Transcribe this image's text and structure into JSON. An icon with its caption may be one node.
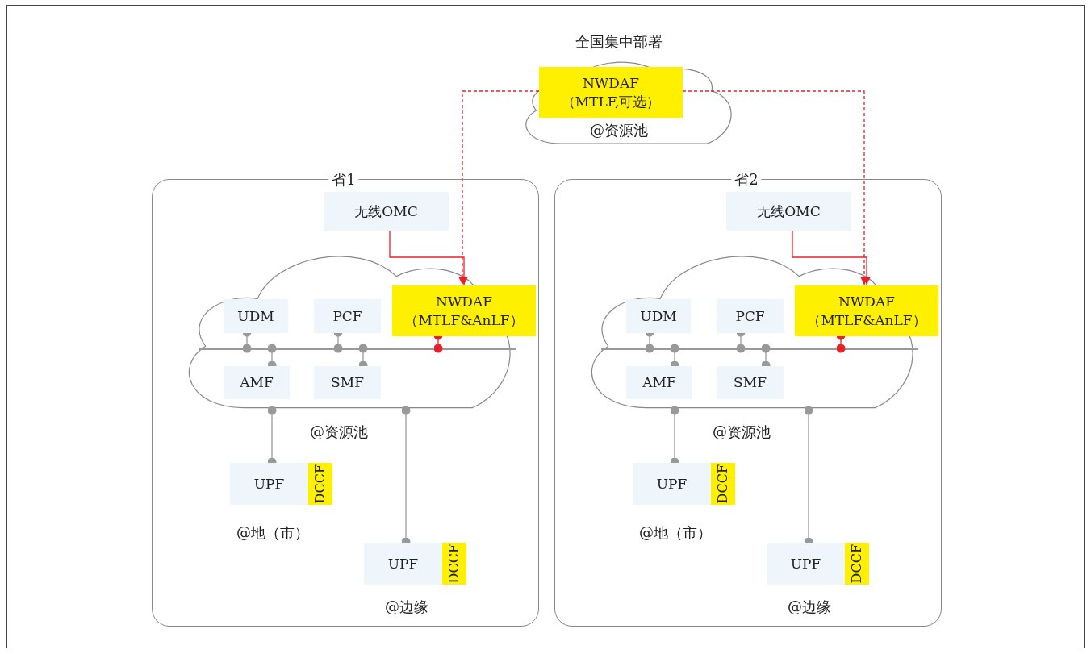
{
  "diagram": {
    "nodes": [
      {
        "text": [
          "全国集中部署",
          "@资源池"
        ]
      },
      {
        "text": [
          "NWDAF （MTLF,可选）"
        ],
        "in": 0
      },
      {
        "text": [
          "省1"
        ]
      },
      {
        "text": [
          "无线OMC"
        ],
        "in": 2
      },
      {
        "text": [
          "@资源池"
        ],
        "in": 2
      },
      {
        "text": [],
        "shape": "bar",
        "in": 4
      },
      {
        "text": [
          "UDM"
        ],
        "in": 4
      },
      {
        "text": [
          "PCF"
        ],
        "in": 4
      },
      {
        "text": [
          "NWDAF （MTLF&AnLF）"
        ],
        "in": 4
      },
      {
        "text": [
          "AMF"
        ],
        "in": 4
      },
      {
        "text": [
          "SMF"
        ],
        "in": 4
      },
      {
        "text": [
          "UPF"
        ],
        "beside": [
          "@地（市）"
        ],
        "in": 2
      },
      {
        "text": [
          "DCCF"
        ],
        "in": 2
      },
      {
        "text": [
          "UPF"
        ],
        "beside": [
          "@边缘"
        ],
        "in": 2
      },
      {
        "text": [
          "DCCF"
        ],
        "in": 2
      },
      {
        "text": [
          "省2"
        ]
      },
      {
        "text": [
          "无线OMC"
        ],
        "in": 15
      },
      {
        "text": [
          "@资源池"
        ],
        "in": 15
      },
      {
        "text": [],
        "shape": "bar",
        "in": 17
      },
      {
        "text": [
          "UDM"
        ],
        "in": 17
      },
      {
        "text": [
          "PCF"
        ],
        "in": 17
      },
      {
        "text": [
          "NWDAF （MTLF&AnLF）"
        ],
        "in": 17
      },
      {
        "text": [
          "AMF"
        ],
        "in": 17
      },
      {
        "text": [
          "SMF"
        ],
        "in": 17
      },
      {
        "text": [
          "UPF"
        ],
        "beside": [
          "@地（市）"
        ],
        "in": 15
      },
      {
        "text": [
          "DCCF"
        ],
        "in": 15
      },
      {
        "text": [
          "UPF"
        ],
        "beside": [
          "@边缘"
        ],
        "in": 15
      },
      {
        "text": [
          "DCCF"
        ],
        "in": 15
      }
    ],
    "edges": [
      {
        "from": 1,
        "to": 8,
        "arrow": "to",
        "style": "dashed",
        "color": "#e8202a"
      },
      {
        "from": 1,
        "to": 21,
        "arrow": "to",
        "style": "dashed",
        "color": "#e8202a"
      },
      {
        "from": 3,
        "to": 8,
        "arrow": "to",
        "color": "#e8202a"
      },
      {
        "from": 6,
        "to": 5,
        "arrow": "other"
      },
      {
        "from": 9,
        "to": 5,
        "arrow": "other"
      },
      {
        "from": 7,
        "to": 5,
        "arrow": "other"
      },
      {
        "from": 10,
        "to": 5,
        "arrow": "other"
      },
      {
        "from": 8,
        "to": 5,
        "arrow": "other",
        "color": "#e8202a"
      },
      {
        "from": 11,
        "to": 4,
        "arrow": "other"
      },
      {
        "from": 13,
        "to": 4,
        "arrow": "other"
      },
      {
        "from": 16,
        "to": 21,
        "arrow": "to",
        "color": "#e8202a"
      },
      {
        "from": 19,
        "to": 18,
        "arrow": "other"
      },
      {
        "from": 22,
        "to": 18,
        "arrow": "other"
      },
      {
        "from": 20,
        "to": 18,
        "arrow": "other"
      },
      {
        "from": 23,
        "to": 18,
        "arrow": "other"
      },
      {
        "from": 21,
        "to": 18,
        "arrow": "other",
        "color": "#e8202a"
      },
      {
        "from": 24,
        "to": 17,
        "arrow": "other"
      },
      {
        "from": 26,
        "to": 17,
        "arrow": "other"
      }
    ]
  }
}
